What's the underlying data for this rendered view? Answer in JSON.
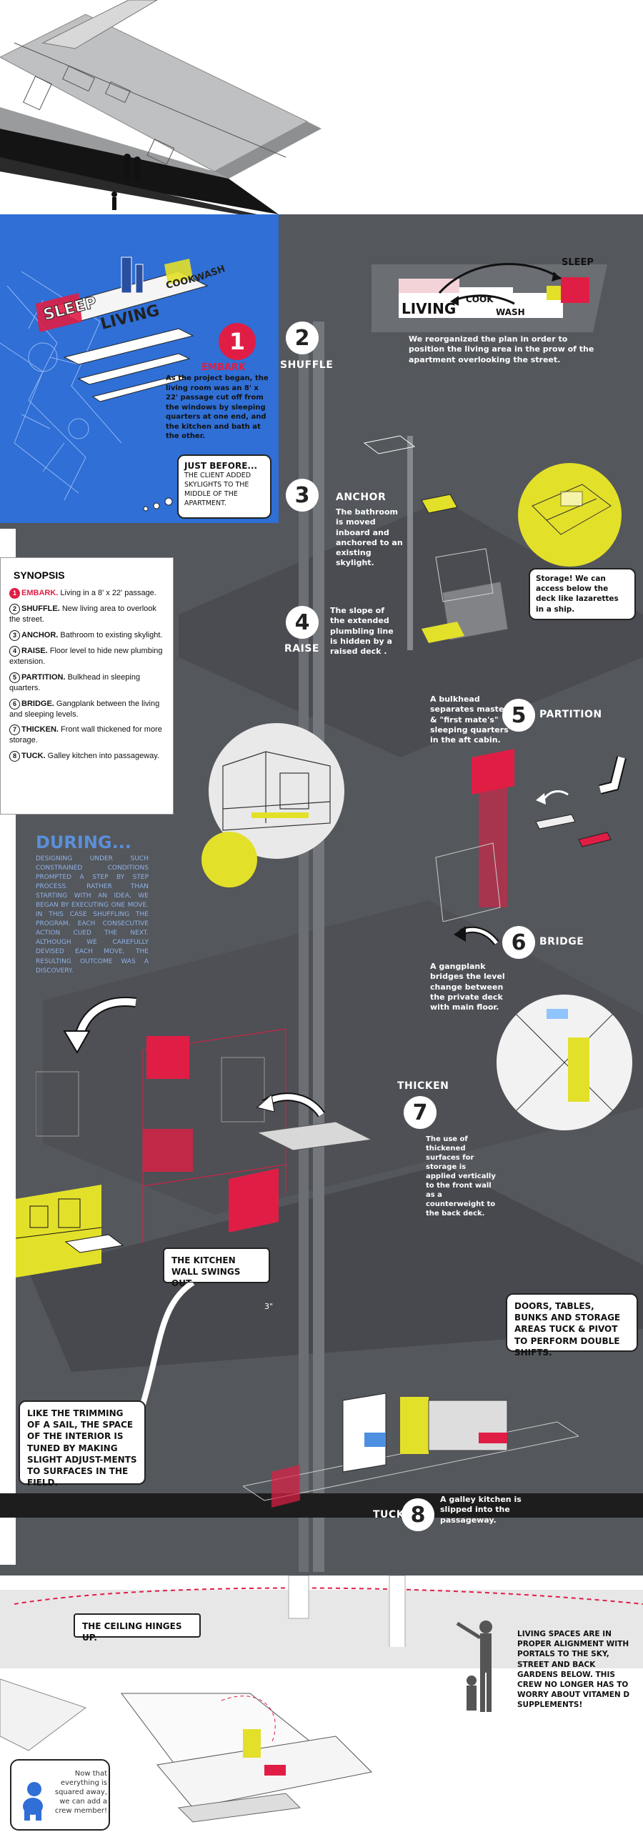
{
  "steps": {
    "s1": {
      "num": "1",
      "title": "EMBARK",
      "body": "As the project began, the living room was an 8' x 22' passage cut off from the windows by sleeping quarters at one end, and the kitchen and bath at the other."
    },
    "s2": {
      "num": "2",
      "title": "SHUFFLE",
      "body": "We reorganized the plan in order to position the living area in the prow of the apartment overlooking the street."
    },
    "s3": {
      "num": "3",
      "title": "ANCHOR",
      "body": "The bathroom is moved inboard and anchored to an existing skylight."
    },
    "s4": {
      "num": "4",
      "title": "RAISE",
      "body": "The slope of the extended plumbling line is hidden by a raised deck ."
    },
    "s5": {
      "num": "5",
      "title": "PARTITION",
      "body": "A bulkhead separates master & \"first mate's\" sleeping quarters in the aft cabin."
    },
    "s6": {
      "num": "6",
      "title": "BRIDGE",
      "body": "A gangplank bridges the level change between the private deck with main floor."
    },
    "s7": {
      "num": "7",
      "title": "THICKEN",
      "body": "The use of thickened surfaces for storage is applied vertically to the front wall as a counterweight to the back deck."
    },
    "s8": {
      "num": "8",
      "title": "TUCK",
      "body": "A galley kitchen is slipped into the passageway."
    }
  },
  "plan_labels": {
    "sleep": "SLEEP",
    "living": "LIVING",
    "cook": "COOK",
    "wash": "WASH"
  },
  "just_before": {
    "title": "JUST BEFORE...",
    "body": "THE CLIENT ADDED SKYLIGHTS TO THE MIDDLE OF THE APARTMENT."
  },
  "synopsis": {
    "title": "SYNOPSIS",
    "items": [
      {
        "num": "1",
        "keyword": "EMBARK.",
        "text": " Living in a 8' x 22' passage."
      },
      {
        "num": "2",
        "keyword": "SHUFFLE.",
        "text": " New living area to overlook the street."
      },
      {
        "num": "3",
        "keyword": "ANCHOR.",
        "text": " Bathroom to existing skylight."
      },
      {
        "num": "4",
        "keyword": "RAISE.",
        "text": " Floor level to hide new plumbing extension."
      },
      {
        "num": "5",
        "keyword": "PARTITION.",
        "text": " Bulkhead in sleeping quarters."
      },
      {
        "num": "6",
        "keyword": "BRIDGE.",
        "text": " Gangplank between the living and sleeping levels."
      },
      {
        "num": "7",
        "keyword": "THICKEN.",
        "text": " Front wall thickened for more storage."
      },
      {
        "num": "8",
        "keyword": "TUCK.",
        "text": " Galley kitchen into passageway."
      }
    ]
  },
  "during": {
    "title": "DURING...",
    "body": "DESIGNING UNDER SUCH CONSTRAINED CONDITIONS PROMPTED A STEP BY STEP PROCESS. RATHER THAN STARTING WITH AN IDEA, WE BEGAN BY EXECUTING ONE MOVE. IN THIS CASE SHUFFLING THE PROGRAM. EACH CONSECUTIVE ACTION CUED THE NEXT. ALTHOUGH WE CAREFULLY DEVISED EACH MOVE, THE RESULTING OUTCOME WAS A DISCOVERY."
  },
  "bubbles": {
    "storage": "Storage! We can access below the deck like lazarettes in a ship.",
    "kitchen_wall": "THE KITCHEN WALL SWINGS OUT.",
    "dimension": "3\"",
    "doors": "DOORS, TABLES, BUNKS AND STORAGE AREAS TUCK & PIVOT TO PERFORM DOUBLE SHIFTS.",
    "sail": "LIKE THE TRIMMING OF A SAIL, THE SPACE OF THE INTERIOR IS TUNED BY MAKING SLIGHT ADJUST-MENTS TO SURFACES IN THE FIELD.",
    "ceiling": "THE CEILING HINGES UP.",
    "living_spaces": "LIVING SPACES ARE IN PROPER ALIGNMENT WITH PORTALS TO THE SKY, STREET AND BACK GARDENS BELOW. THIS CREW NO LONGER HAS TO WORRY ABOUT VITAMEN D SUPPLEMENTS!",
    "crew": "Now that everything is squared away, we can add a crew member!"
  },
  "colors": {
    "dark": "#54575c",
    "blue": "#2f6fd6",
    "red": "#e01e45",
    "yellow": "#e3e02a",
    "light_gray": "#c9cacc"
  }
}
